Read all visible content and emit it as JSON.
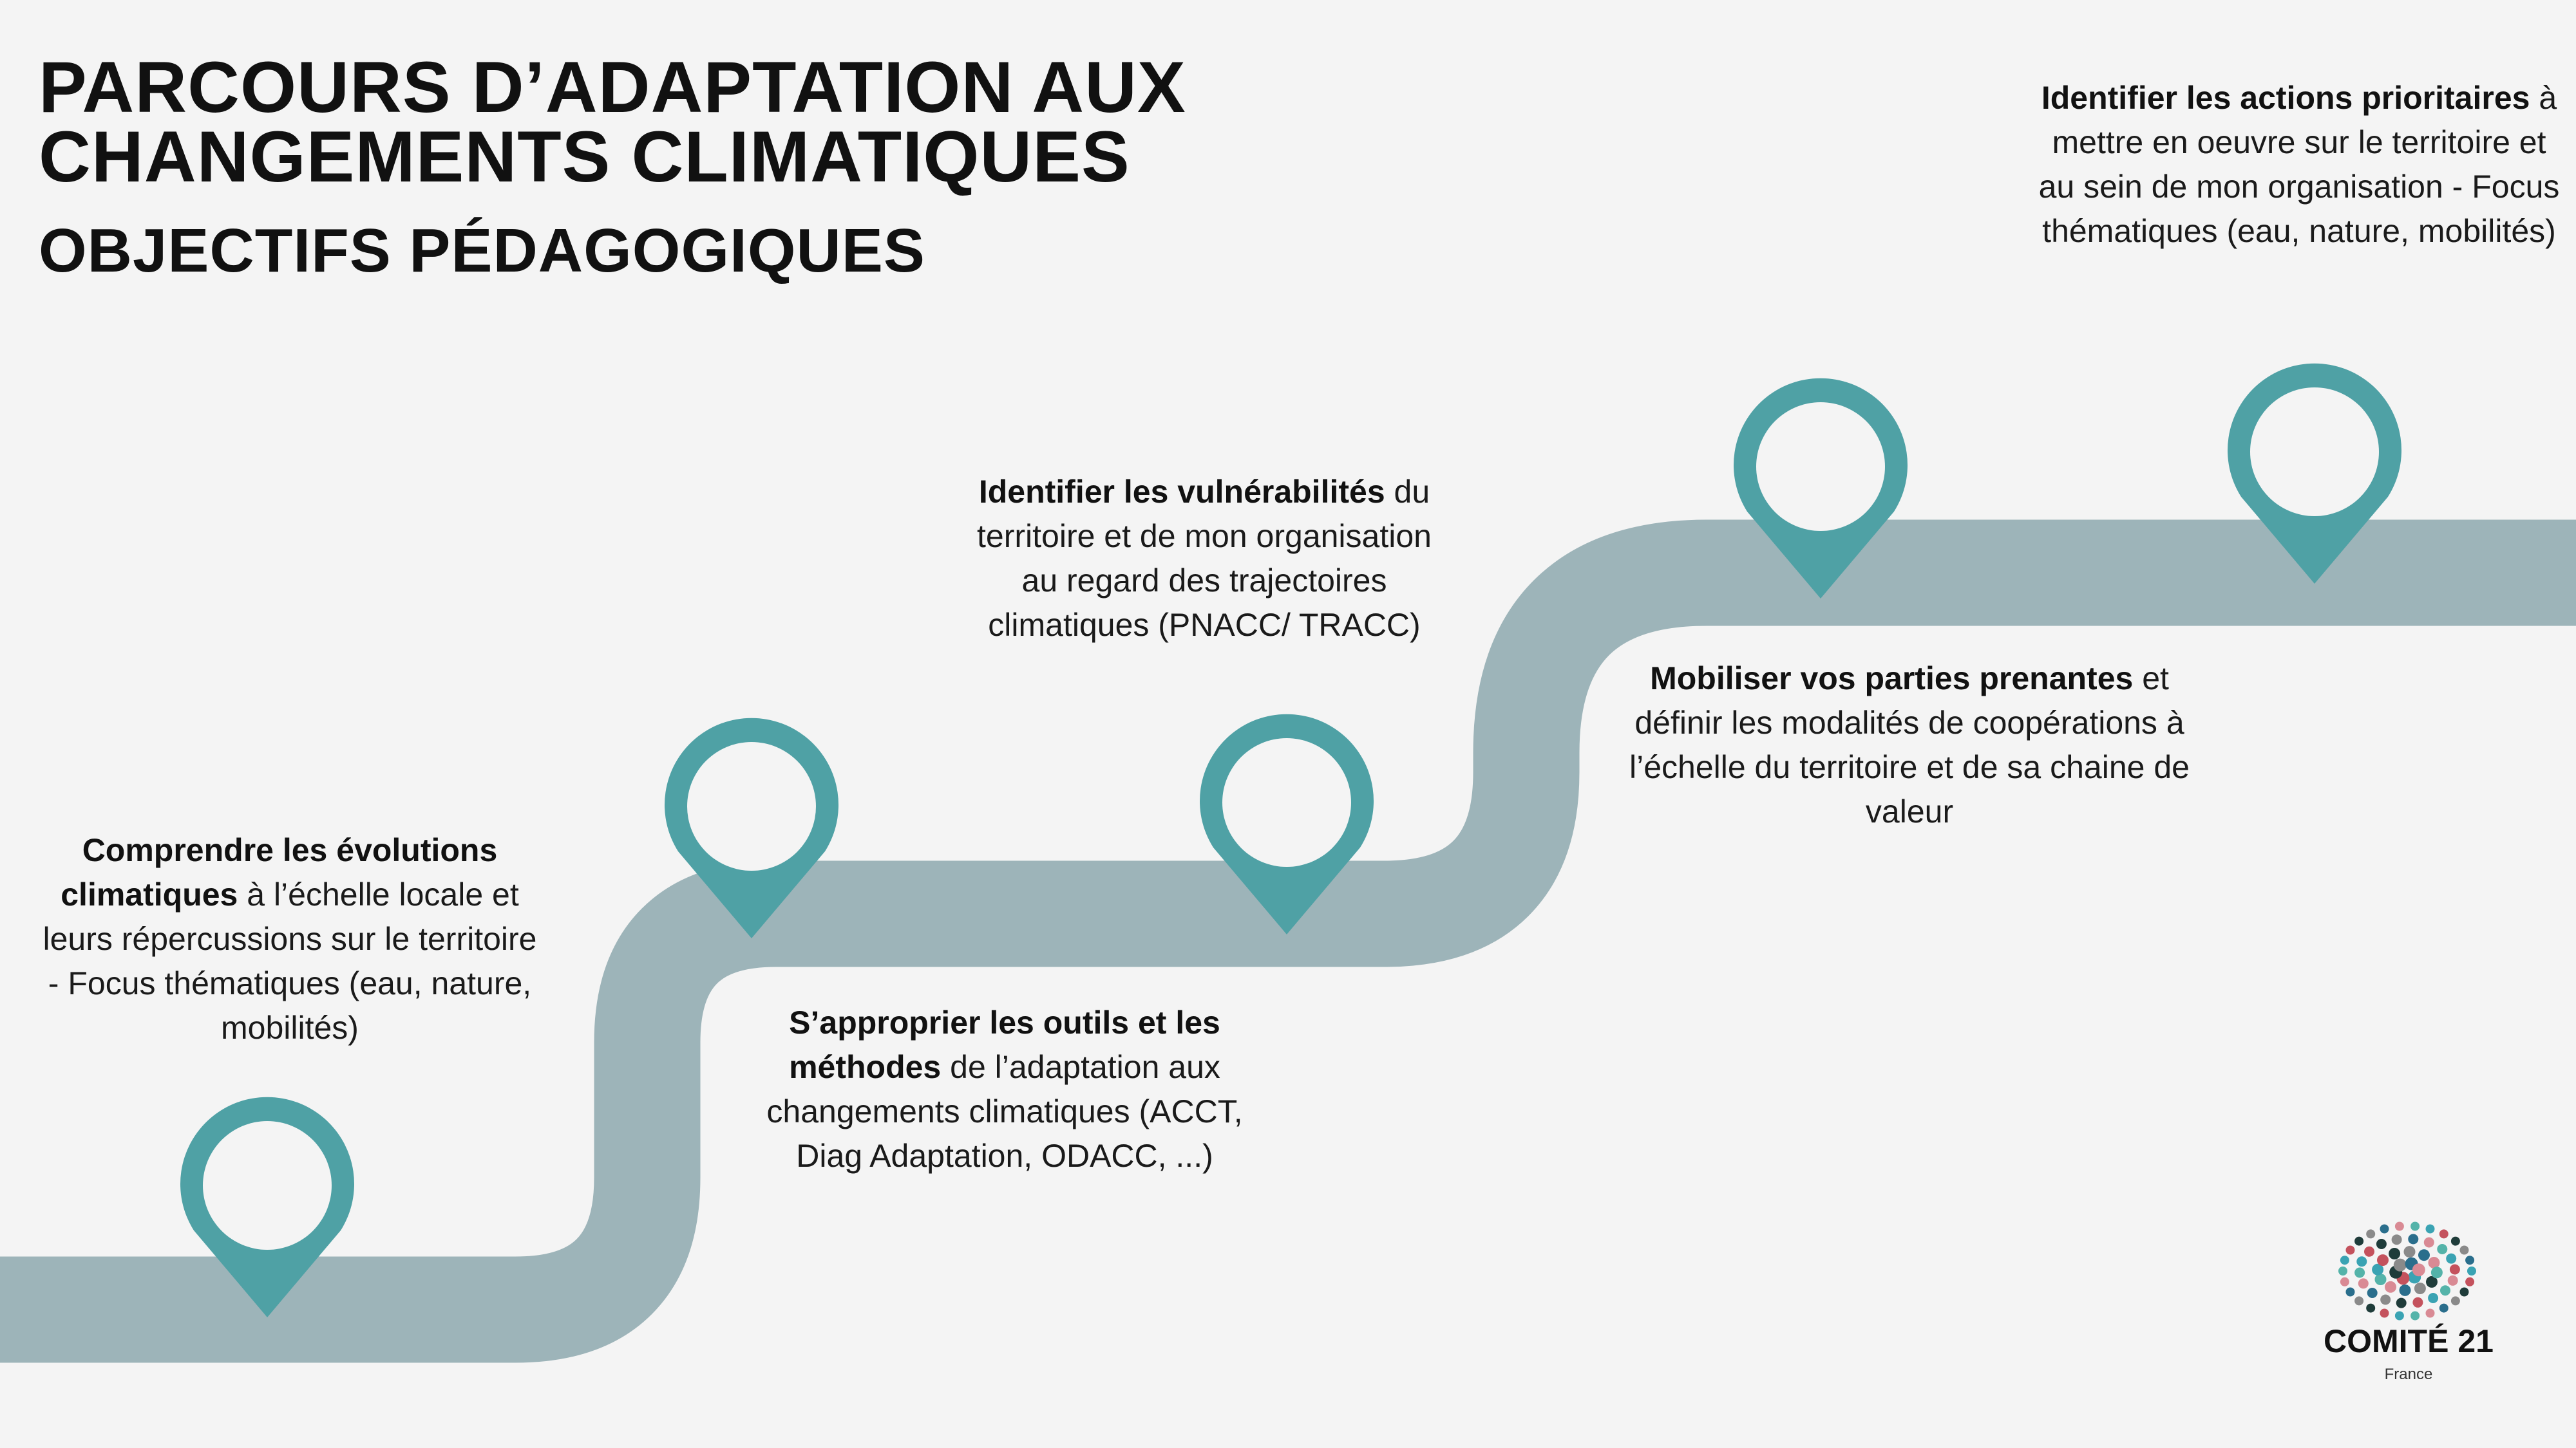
{
  "header": {
    "title_line1": "PARCOURS D’ADAPTATION AUX",
    "title_line2": "CHANGEMENTS CLIMATIQUES",
    "subtitle": "OBJECTIFS PÉDAGOGIQUES"
  },
  "colors": {
    "road": "#9db4b9",
    "pin": "#4fa1a5",
    "background": "#f4f4f4"
  },
  "steps": [
    {
      "bold": "Comprendre les évolutions climatiques",
      "rest": "  à l’échelle locale et leurs répercussions sur le territoire - Focus thématiques (eau, nature, mobilités)"
    },
    {
      "bold": "S’approprier les outils et les méthodes",
      "rest": " de l’adaptation aux changements climatiques (ACCT, Diag Adaptation, ODACC, ...)"
    },
    {
      "bold": "Identifier les vulnérabilités",
      "rest": " du territoire et de mon organisation au regard des trajectoires climatiques (PNACC/ TRACC)"
    },
    {
      "bold": "Mobiliser vos parties prenantes",
      "rest": " et définir les modalités de coopérations à l’échelle du territoire et de sa chaine de valeur"
    },
    {
      "bold": "Identifier les actions prioritaires",
      "rest": " à mettre en oeuvre sur le territoire et  au sein de mon organisation - Focus thématiques (eau, nature, mobilités)"
    }
  ],
  "pins": [
    {
      "name": "pin-1-icon"
    },
    {
      "name": "pin-2-icon"
    },
    {
      "name": "pin-3-icon"
    },
    {
      "name": "pin-4-icon"
    },
    {
      "name": "pin-5-icon"
    }
  ],
  "logo": {
    "word": "COMITÉ 21",
    "sub": "France"
  }
}
